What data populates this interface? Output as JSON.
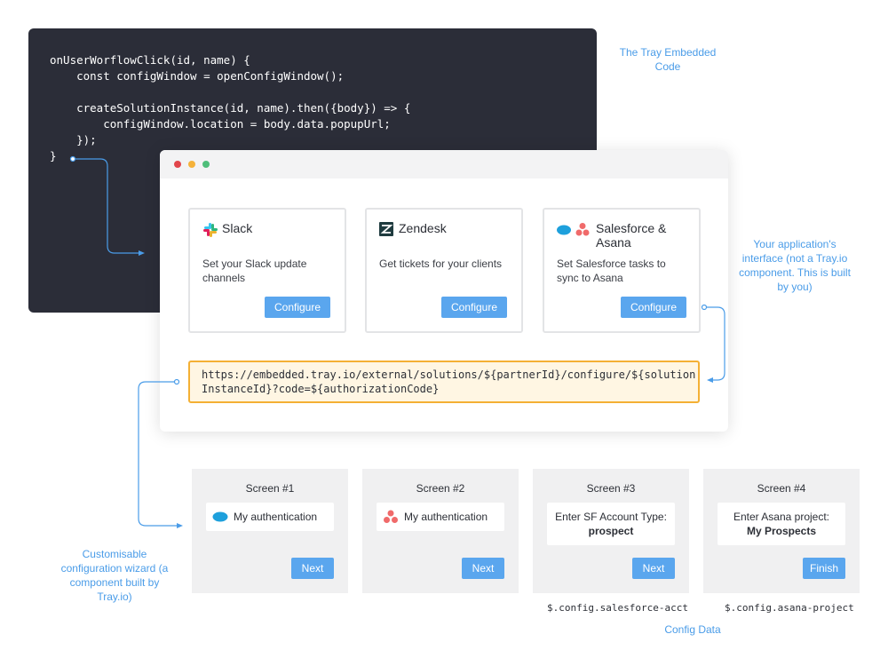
{
  "code": {
    "lines": [
      "onUserWorflowClick(id, name) {",
      "    const configWindow = openConfigWindow();",
      "",
      "    createSolutionInstance(id, name).then({body}) => {",
      "        configWindow.location = body.data.popupUrl;",
      "    });",
      "}"
    ]
  },
  "notes": {
    "embedded_code": "The Tray Embedded Code",
    "app_interface": "Your application's interface (not a Tray.io component. This is built by you)",
    "wizard": "Customisable configuration wizard (a component built by Tray.io)",
    "config_data": "Config Data"
  },
  "browser": {
    "dots": [
      "#e2464b",
      "#f5b23a",
      "#4fbe7a"
    ],
    "cards": [
      {
        "title": "Slack",
        "description": "Set your Slack update channels",
        "button": "Configure",
        "icon": "slack-icon"
      },
      {
        "title": "Zendesk",
        "description": "Get tickets for your clients",
        "button": "Configure",
        "icon": "zendesk-icon"
      },
      {
        "title": "Salesforce & Asana",
        "description": "Set Salesforce tasks to sync to Asana",
        "button": "Configure",
        "icon": "salesforce-asana-icon"
      }
    ],
    "url": "https://embedded.tray.io/external/solutions/${partnerId}/configure/${solutionInstanceId}?code=${authorizationCode}"
  },
  "screens": [
    {
      "title": "Screen #1",
      "field_type": "auth",
      "icon": "salesforce-icon",
      "label": "My authentication",
      "button": "Next"
    },
    {
      "title": "Screen #2",
      "field_type": "auth",
      "icon": "asana-icon",
      "label": "My authentication",
      "button": "Next"
    },
    {
      "title": "Screen #3",
      "field_type": "input",
      "label": "Enter SF Account Type:",
      "value": "prospect",
      "button": "Next"
    },
    {
      "title": "Screen #4",
      "field_type": "input",
      "label": "Enter Asana project:",
      "value": "My Prospects",
      "button": "Finish"
    }
  ],
  "config_paths": [
    "$.config.salesforce-acct",
    "$.config.asana-project"
  ],
  "colors": {
    "accent_blue": "#4a9ce8",
    "button_blue": "#5aa6ee",
    "code_bg": "#2b2d38",
    "url_border": "#f4b034",
    "url_bg": "#fff6e3",
    "screen_bg": "#f0f0f1"
  }
}
